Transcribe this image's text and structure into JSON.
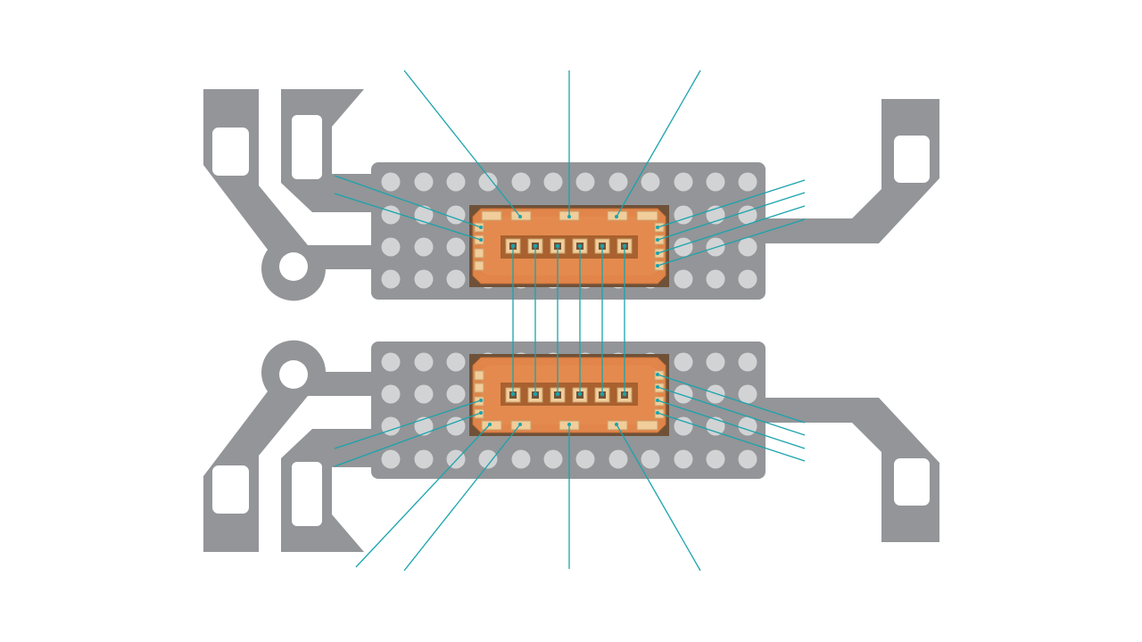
{
  "diagram": {
    "description_visible_text": [],
    "colors": {
      "board": "#939598",
      "hole": "#d1d3d4",
      "chip_frame": "#6f5138",
      "chip_body": "#e48a4f",
      "chip_strip": "#a8612f",
      "pad": "#f0cd9a",
      "leader": "#1aa3ad"
    },
    "pad_count_center_row": 6,
    "hole_grid": {
      "columns": 12,
      "rows": 4
    }
  }
}
